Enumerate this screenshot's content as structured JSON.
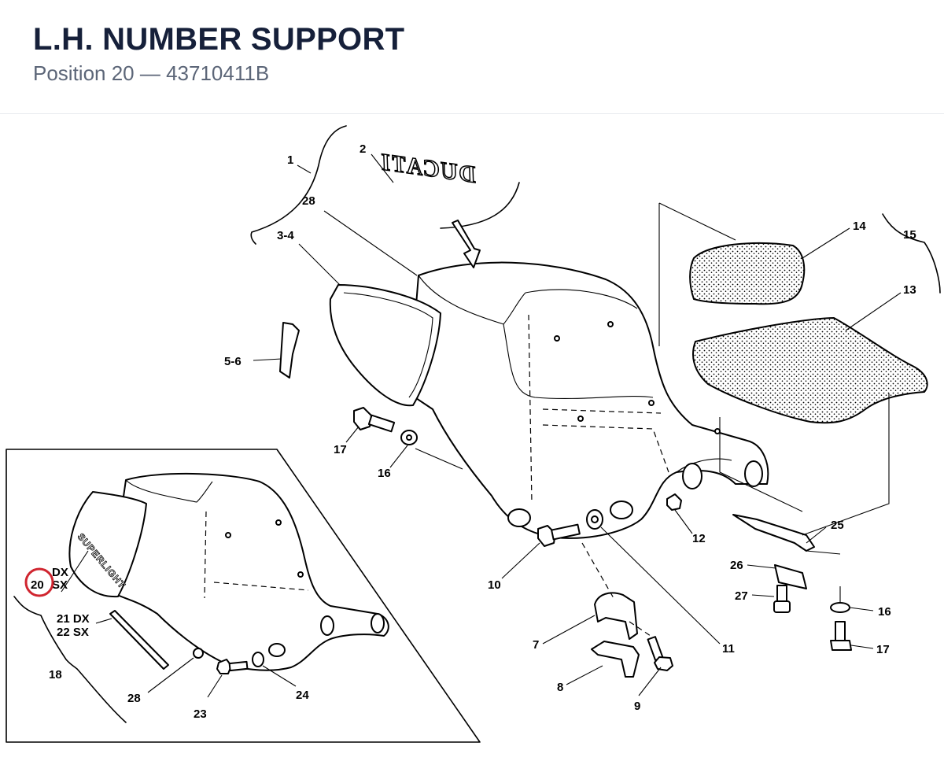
{
  "header": {
    "title": "L.H. NUMBER SUPPORT",
    "subtitle": "Position 20 — 43710411B"
  },
  "highlight": {
    "position": "20",
    "color": "#d0252f"
  },
  "brand_decal": "DUCATI",
  "inset_decal": "SUPERLIGHT",
  "callouts": {
    "c1": "1",
    "c2": "2",
    "c28a": "28",
    "c34": "3-4",
    "c56": "5-6",
    "c17a": "17",
    "c16a": "16",
    "c14": "14",
    "c15": "15",
    "c13": "13",
    "c12": "12",
    "c10": "10",
    "c11": "11",
    "c25": "25",
    "c26": "26",
    "c27": "27",
    "c16b": "16",
    "c17b": "17",
    "c7": "7",
    "c8": "8",
    "c9": "9",
    "c20": "20",
    "c20dx": "DX",
    "c20sx": "SX",
    "c21": "21 DX",
    "c22": "22 SX",
    "c18": "18",
    "c28b": "28",
    "c23": "23",
    "c24": "24"
  }
}
